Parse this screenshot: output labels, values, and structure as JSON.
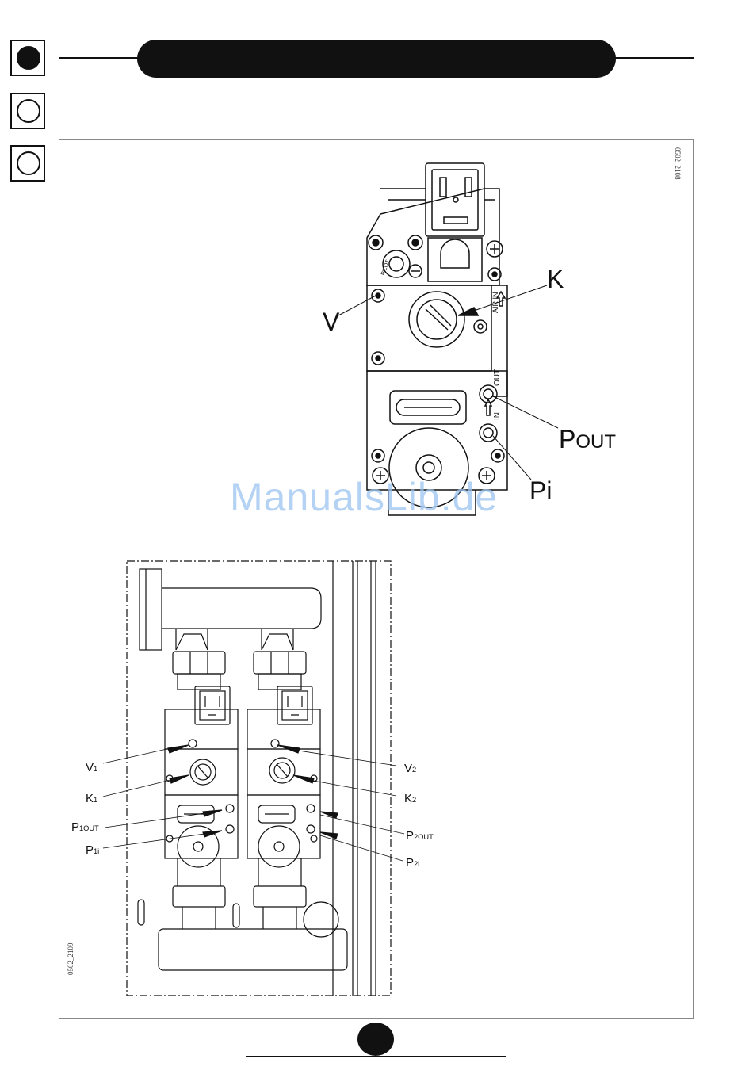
{
  "figure_top": {
    "code": "0502_2108",
    "labels": {
      "K": "K",
      "V": "V",
      "pout_main": "P",
      "pout_sub": "OUT",
      "pi": "Pi"
    },
    "valve_text": {
      "air_in": "AIR IN",
      "out": "OUT",
      "in": "IN",
      "pilot": "PILOT"
    }
  },
  "figure_bottom": {
    "code": "0502_2109",
    "labels": {
      "v1_main": "V",
      "v1_sub": "1",
      "k1_main": "K",
      "k1_sub": "1",
      "p1out_main": "P",
      "p1out_sub": "1OUT",
      "p1i_main": "P",
      "p1i_sub": "1i",
      "v2_main": "V",
      "v2_sub": "2",
      "k2_main": "K",
      "k2_sub": "2",
      "p2out_main": "P",
      "p2out_sub": "2OUT",
      "p2i_main": "P",
      "p2i_sub": "2i"
    }
  },
  "watermark": "ManualsLib.de"
}
